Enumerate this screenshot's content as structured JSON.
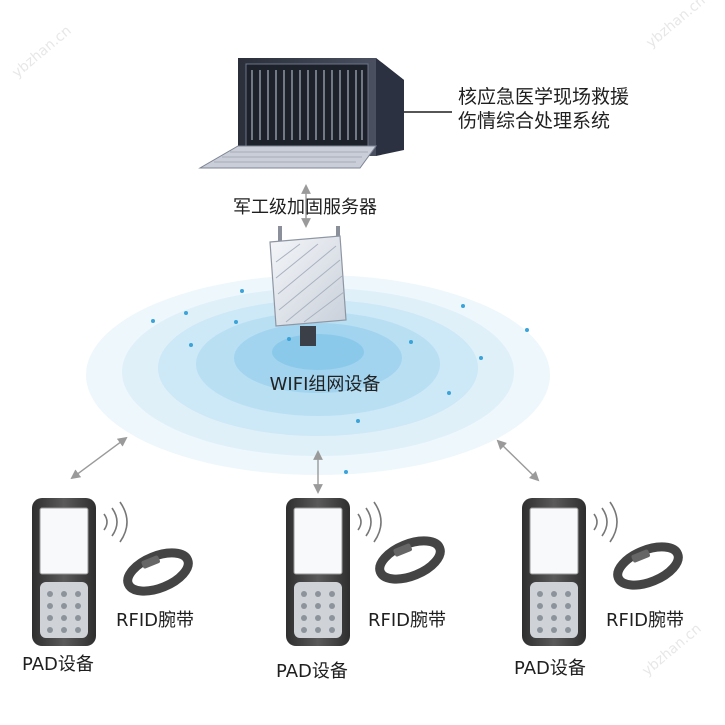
{
  "system": {
    "line1": "核应急医学现场救援",
    "line2": "伤情综合处理系统"
  },
  "server": {
    "label": "军工级加固服务器"
  },
  "wifi": {
    "label": "WIFI组网设备"
  },
  "terminals": [
    {
      "pad_label": "PAD设备",
      "rfid_label": "RFID腕带"
    },
    {
      "pad_label": "PAD设备",
      "rfid_label": "RFID腕带"
    },
    {
      "pad_label": "PAD设备",
      "rfid_label": "RFID腕带"
    }
  ],
  "watermark": {
    "text": "ybzhan.cn"
  },
  "colors": {
    "signal_outer": "#e6f3fb",
    "signal_inner": "#3aa3d9",
    "connector": "#9a9a9a",
    "device_body": "#3c3c3c",
    "wristband": "#444444"
  }
}
